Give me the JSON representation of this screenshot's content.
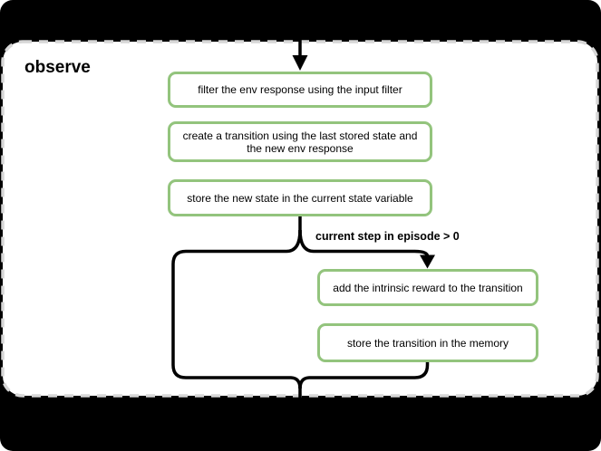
{
  "canvas": {
    "background": "#000000"
  },
  "panel": {
    "title": "observe",
    "fill": "#ffffff",
    "border_color": "#d6d6d6",
    "border_style": "dashed"
  },
  "node_style": {
    "border_color": "#93c47d",
    "fill": "#ffffff",
    "text_color": "#000000"
  },
  "nodes": [
    {
      "id": "filter-env-response",
      "label": "filter the env response using the input filter"
    },
    {
      "id": "create-transition",
      "label": "create a transition using the last stored state and the new env response"
    },
    {
      "id": "store-new-state",
      "label": "store the new state in the current state variable"
    },
    {
      "id": "add-intrinsic-reward",
      "label": "add the intrinsic reward to the transition"
    },
    {
      "id": "store-transition",
      "label": "store the transition in the memory"
    }
  ],
  "edges": {
    "condition_label": "current step in episode > 0",
    "color": "#000000",
    "flow": [
      "start -> filter-env-response",
      "store-new-state -> add-intrinsic-reward (when: current step in episode > 0)",
      "store-new-state -> end (bypass branch)",
      "store-transition -> end"
    ]
  }
}
